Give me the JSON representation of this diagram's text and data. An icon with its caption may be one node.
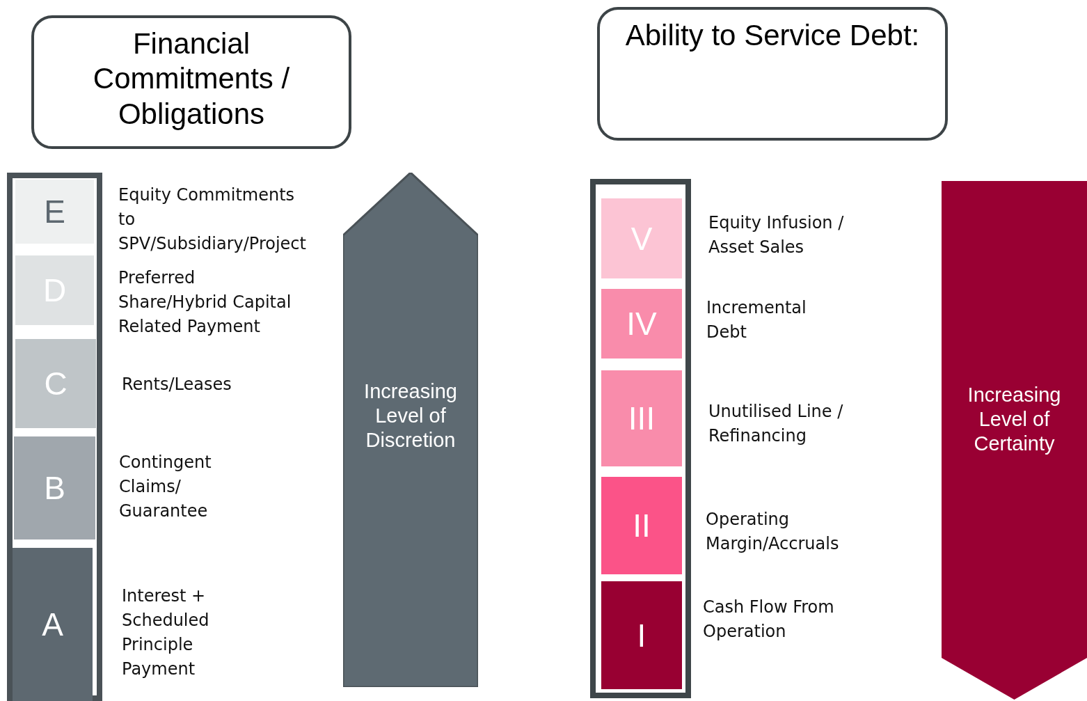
{
  "diagram": {
    "nodes": [
      {
        "text": [
          "Financial Commitments / Obligations"
        ]
      },
      {
        "text": [],
        "shape": "box"
      },
      {
        "text": [
          "E"
        ],
        "in": 1,
        "beside": [
          "Equity Commitments to SPV/Subsidiary/Project"
        ]
      },
      {
        "text": [
          "D"
        ],
        "in": 1,
        "beside": [
          "Preferred Share/Hybrid Capital Related Payment"
        ]
      },
      {
        "text": [
          "C"
        ],
        "in": 1,
        "beside": [
          "Rents/Leases"
        ]
      },
      {
        "text": [
          "B"
        ],
        "in": 1,
        "beside": [
          "Contingent Claims/ Guarantee"
        ]
      },
      {
        "text": [
          "A"
        ],
        "in": 1,
        "beside": [
          "Interest + Scheduled Principle Payment"
        ]
      },
      {
        "text": [
          "Increasing Level of Discretion"
        ]
      },
      {
        "text": [
          "Ability to Service Debt:"
        ]
      },
      {
        "text": [],
        "shape": "box"
      },
      {
        "text": [
          "V"
        ],
        "in": 9,
        "beside": [
          "Equity Infusion / Asset Sales"
        ]
      },
      {
        "text": [
          "IV"
        ],
        "in": 9,
        "beside": [
          "Incremental Debt"
        ]
      },
      {
        "text": [
          "III"
        ],
        "in": 9,
        "beside": [
          "Unutilised Line / Refinancing"
        ]
      },
      {
        "text": [
          "II"
        ],
        "in": 9,
        "beside": [
          "Operating Margin/Accruals"
        ]
      },
      {
        "text": [
          "I"
        ],
        "in": 9,
        "beside": [
          "Cash Flow From Operation"
        ]
      },
      {
        "text": [
          "Increasing Level of Certainty"
        ]
      }
    ],
    "edges": []
  }
}
